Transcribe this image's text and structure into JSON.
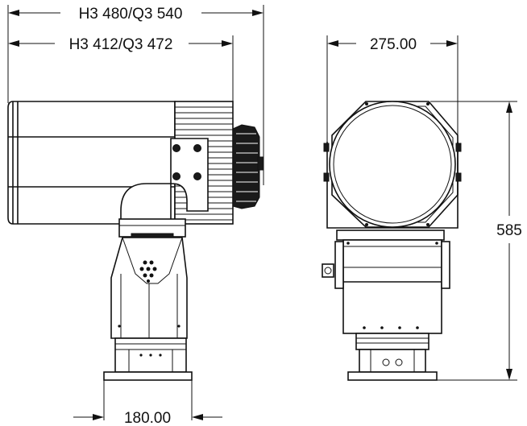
{
  "dimensions": {
    "overall_length": "H3 480/Q3 540",
    "housing_length": "H3 412/Q3 472",
    "front_width": "275.00",
    "total_height": "585",
    "base_width": "180.00"
  },
  "colors": {
    "line": "#111111",
    "background": "#ffffff"
  }
}
